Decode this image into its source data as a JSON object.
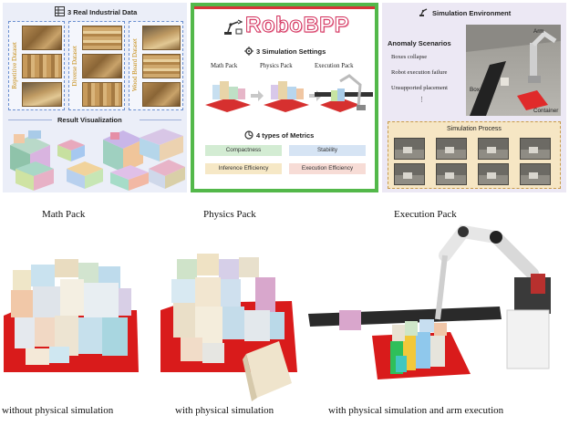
{
  "left_panel": {
    "title": "3 Real Industrial Data",
    "datasets": [
      "Repetitive Dataset",
      "Diverse Dataset",
      "Wood Board Dataset"
    ],
    "result_title": "Result Visualization"
  },
  "center_panel": {
    "logo": "RoboBPP",
    "settings_title": "3 Simulation Settings",
    "settings": [
      "Math Pack",
      "Physics Pack",
      "Execution Pack"
    ],
    "metrics_title": "4 types of Metrics",
    "metrics": [
      {
        "label": "Compactness",
        "color": "#d3ecd3"
      },
      {
        "label": "Stability",
        "color": "#d6e4f4"
      },
      {
        "label": "Inference Efficiency",
        "color": "#f6e8c6"
      },
      {
        "label": "Execution Efficiency",
        "color": "#f7dcd6"
      }
    ]
  },
  "right_panel": {
    "title": "Simulation Environment",
    "anomaly_title": "Anomaly Scenarios",
    "anomalies": [
      "Boxes collapse",
      "Robot execution failure",
      "Unsupported placement",
      "⋮"
    ],
    "scene_labels": {
      "arm": "Arm",
      "box": "Box",
      "container": "Container"
    },
    "process_title": "Simulation Process"
  },
  "bottom": {
    "headers": [
      "Math Pack",
      "Physics Pack",
      "Execution Pack"
    ],
    "captions": [
      "without physical simulation",
      "with physical simulation",
      "with physical simulation and arm execution"
    ]
  }
}
